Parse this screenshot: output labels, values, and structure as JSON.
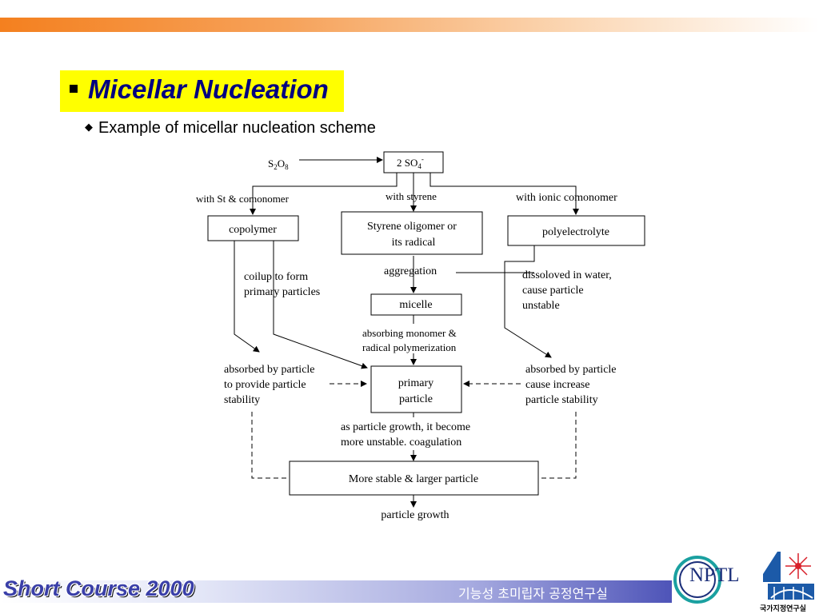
{
  "slide": {
    "title": "Micellar Nucleation",
    "subtitle": "Example of micellar nucleation scheme",
    "footer_course": "Short Course 2000",
    "footer_lab": "기능성 초미립자 공정연구실",
    "logo_text": "NPTL",
    "institute_text": "국가지정연구실"
  },
  "diagram": {
    "initiator": {
      "base1": "S",
      "sub1": "2",
      "base2": "O",
      "sub2": "8"
    },
    "sulfate": {
      "prefix": "2 SO",
      "sub": "4",
      "sup": "-"
    },
    "labels": {
      "with_st": "with St & comonomer",
      "with_styrene": "with styrene",
      "with_ionic": "with ionic comonomer",
      "coilup_1": "coilup to form",
      "coilup_2": "primary particles",
      "aggregation": "aggregation",
      "dissolved_1": "dissoloved in water,",
      "dissolved_2": "cause particle",
      "dissolved_3": "unstable",
      "absorbing_1": "absorbing monomer &",
      "absorbing_2": "radical polymerization",
      "absorbed_left_1": "absorbed by particle",
      "absorbed_left_2": "to provide particle",
      "absorbed_left_3": "stability",
      "absorbed_right_1": "absorbed by particle",
      "absorbed_right_2": "cause increase",
      "absorbed_right_3": "particle stability",
      "growth_1": "as particle growth, it become",
      "growth_2": "more unstable. coagulation",
      "particle_growth": "particle growth"
    },
    "boxes": {
      "copolymer": "copolymer",
      "styrene_1": "Styrene oligomer or",
      "styrene_2": "its radical",
      "polyelectrolyte": "polyelectrolyte",
      "micelle": "micelle",
      "primary_1": "primary",
      "primary_2": "particle",
      "stable": "More stable & larger particle"
    }
  }
}
